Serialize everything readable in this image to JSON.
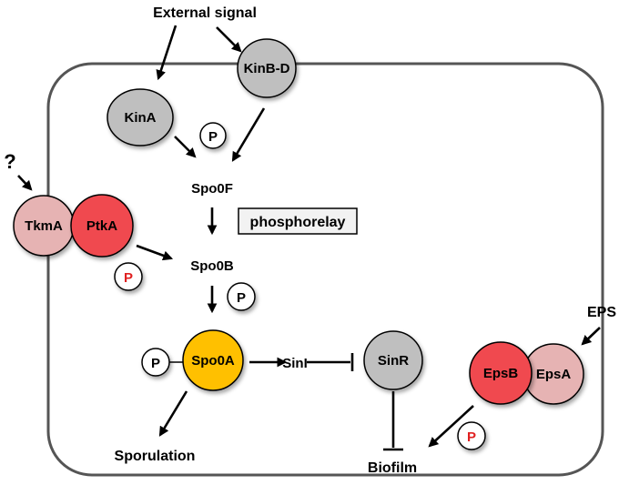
{
  "labels": {
    "external_signal": "External signal",
    "question": "?",
    "eps": "EPS",
    "spo0f": "Spo0F",
    "phosphorelay": "phosphorelay",
    "spo0b": "Spo0B",
    "sini": "SinI",
    "sporulation": "Sporulation",
    "biofilm": "Biofilm"
  },
  "nodes": {
    "kinbd": "KinB-D",
    "kina": "KinA",
    "tkma": "TkmA",
    "ptka": "PtkA",
    "spo0a": "Spo0A",
    "sinr": "SinR",
    "epsb": "EpsB",
    "epsa": "EpsA"
  },
  "phospho": {
    "p1": "P",
    "p2": "P",
    "p3": "P",
    "p4": "P",
    "p5": "P"
  },
  "colors": {
    "gray_node": "#bfbfbf",
    "pink_node": "#e6b3b3",
    "red_node": "#f04a4f",
    "yellow_node": "#ffc000",
    "phospho_red_text": "#e02020",
    "cell_border": "#555555"
  }
}
